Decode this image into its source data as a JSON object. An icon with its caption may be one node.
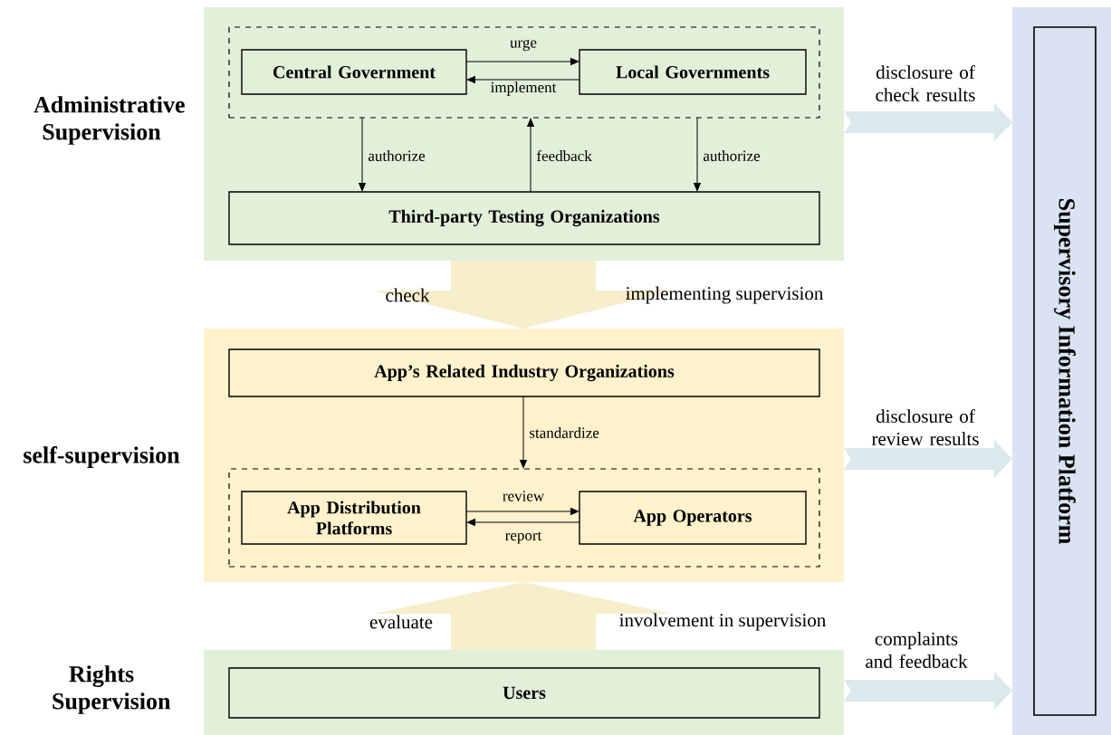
{
  "diagram": {
    "nodes": [
      {
        "text": [
          "Administrative Supervision"
        ]
      },
      {
        "text": [],
        "shape": "box",
        "in": 0
      },
      {
        "text": [
          "Central Government"
        ],
        "in": 1
      },
      {
        "text": [
          "Local Governments"
        ],
        "in": 1
      },
      {
        "text": [
          "Third-party Testing Organizations"
        ],
        "in": 0
      },
      {
        "text": [
          "self-supervision"
        ]
      },
      {
        "text": [
          "App’s Related Industry Organizations"
        ],
        "in": 5
      },
      {
        "text": [],
        "shape": "box",
        "in": 5
      },
      {
        "text": [
          "App Distribution Platforms"
        ],
        "in": 7
      },
      {
        "text": [
          "App Operators"
        ],
        "in": 7
      },
      {
        "text": [
          "Rights Supervision"
        ]
      },
      {
        "text": [
          "Users"
        ],
        "in": 10
      },
      {
        "text": [],
        "shape": "bar"
      },
      {
        "text": [
          "Supervisory Information Platform"
        ],
        "in": 12
      }
    ],
    "edges": [
      {
        "from": 2,
        "to": 3,
        "arrow": "to",
        "label": "urge"
      },
      {
        "from": 3,
        "to": 2,
        "arrow": "to",
        "label": "implement"
      },
      {
        "from": 1,
        "to": 4,
        "arrow": "to",
        "label": "authorize"
      },
      {
        "from": 4,
        "to": 1,
        "arrow": "to",
        "label": "feedback"
      },
      {
        "from": 1,
        "to": 4,
        "arrow": "to",
        "label": "authorize"
      },
      {
        "from": 6,
        "to": 7,
        "arrow": "to",
        "label": "standardize"
      },
      {
        "from": 8,
        "to": 9,
        "arrow": "to",
        "label": "review"
      },
      {
        "from": 9,
        "to": 8,
        "arrow": "to",
        "label": "report"
      },
      {
        "from": 0,
        "to": 5,
        "arrow": "to",
        "label": "check",
        "style": "thick",
        "color": "#f7efcc"
      },
      {
        "from": 10,
        "to": 5,
        "arrow": "to",
        "label": "evaluate",
        "style": "thick",
        "color": "#f7efcc"
      },
      {
        "from": 0,
        "to": 12,
        "arrow": "to",
        "label": "disclosure of check results",
        "style": "thick",
        "color": "#dbe8ec"
      },
      {
        "from": 5,
        "to": 12,
        "arrow": "to",
        "label": "disclosure of review results",
        "style": "thick",
        "color": "#dbe8ec"
      },
      {
        "from": 10,
        "to": 12,
        "arrow": "to",
        "label": "complaints and feedback",
        "style": "thick",
        "color": "#dbe8ec"
      }
    ],
    "labels": [
      "implementing supervision",
      "involvement in supervision"
    ]
  }
}
